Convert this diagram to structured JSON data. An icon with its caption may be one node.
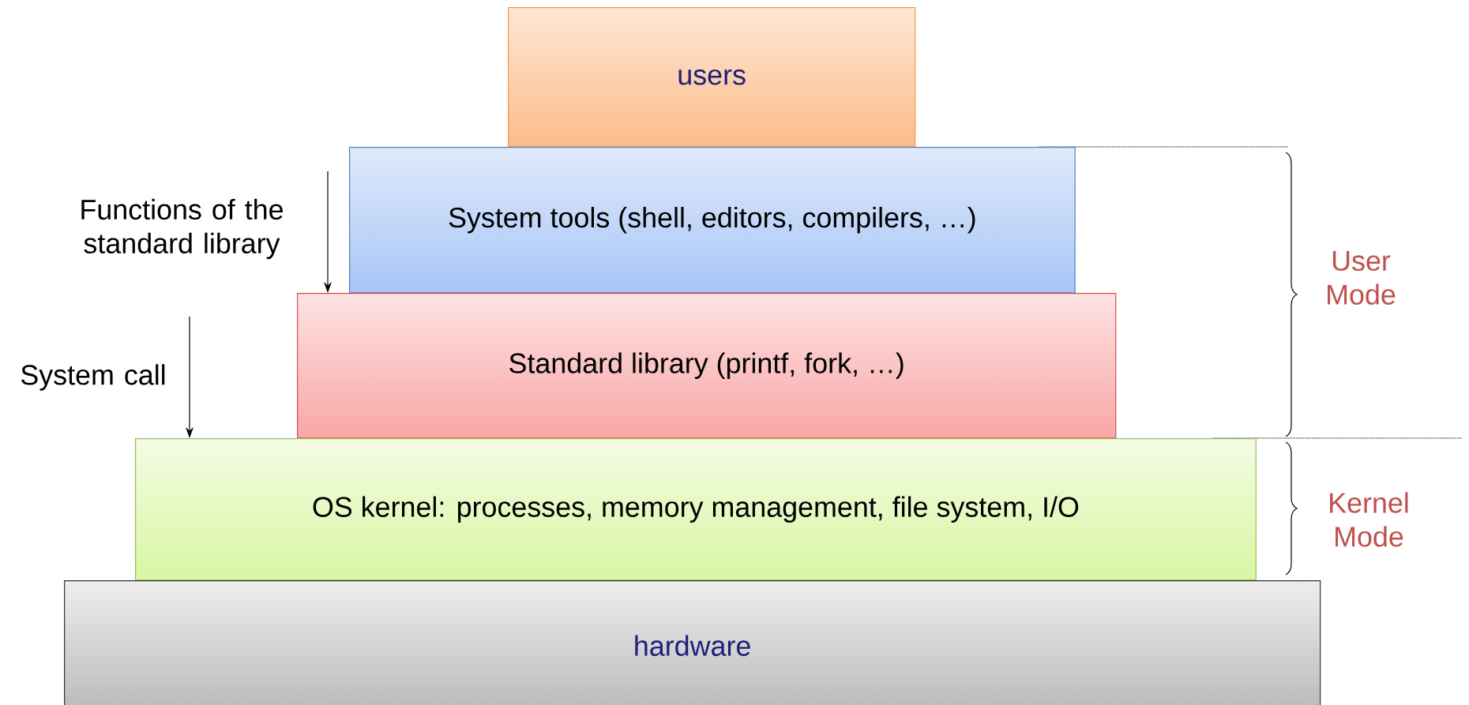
{
  "diagram": {
    "nodes": [
      {
        "text": [
          "users"
        ]
      },
      {
        "text": [
          "System tools (shell, editors, compilers, …)"
        ]
      },
      {
        "text": [
          "Standard library (printf, fork, …)"
        ]
      },
      {
        "text": [
          "OS kernel: processes, memory management, file system, I/O"
        ]
      },
      {
        "text": [
          "hardware"
        ]
      }
    ],
    "edges": [
      {
        "from": null,
        "to": 2,
        "arrow": "to",
        "label": "Functions of the standard library"
      },
      {
        "from": null,
        "to": 3,
        "arrow": "to",
        "label": "System call"
      }
    ],
    "labels": [
      "User Mode",
      "Kernel Mode"
    ]
  }
}
